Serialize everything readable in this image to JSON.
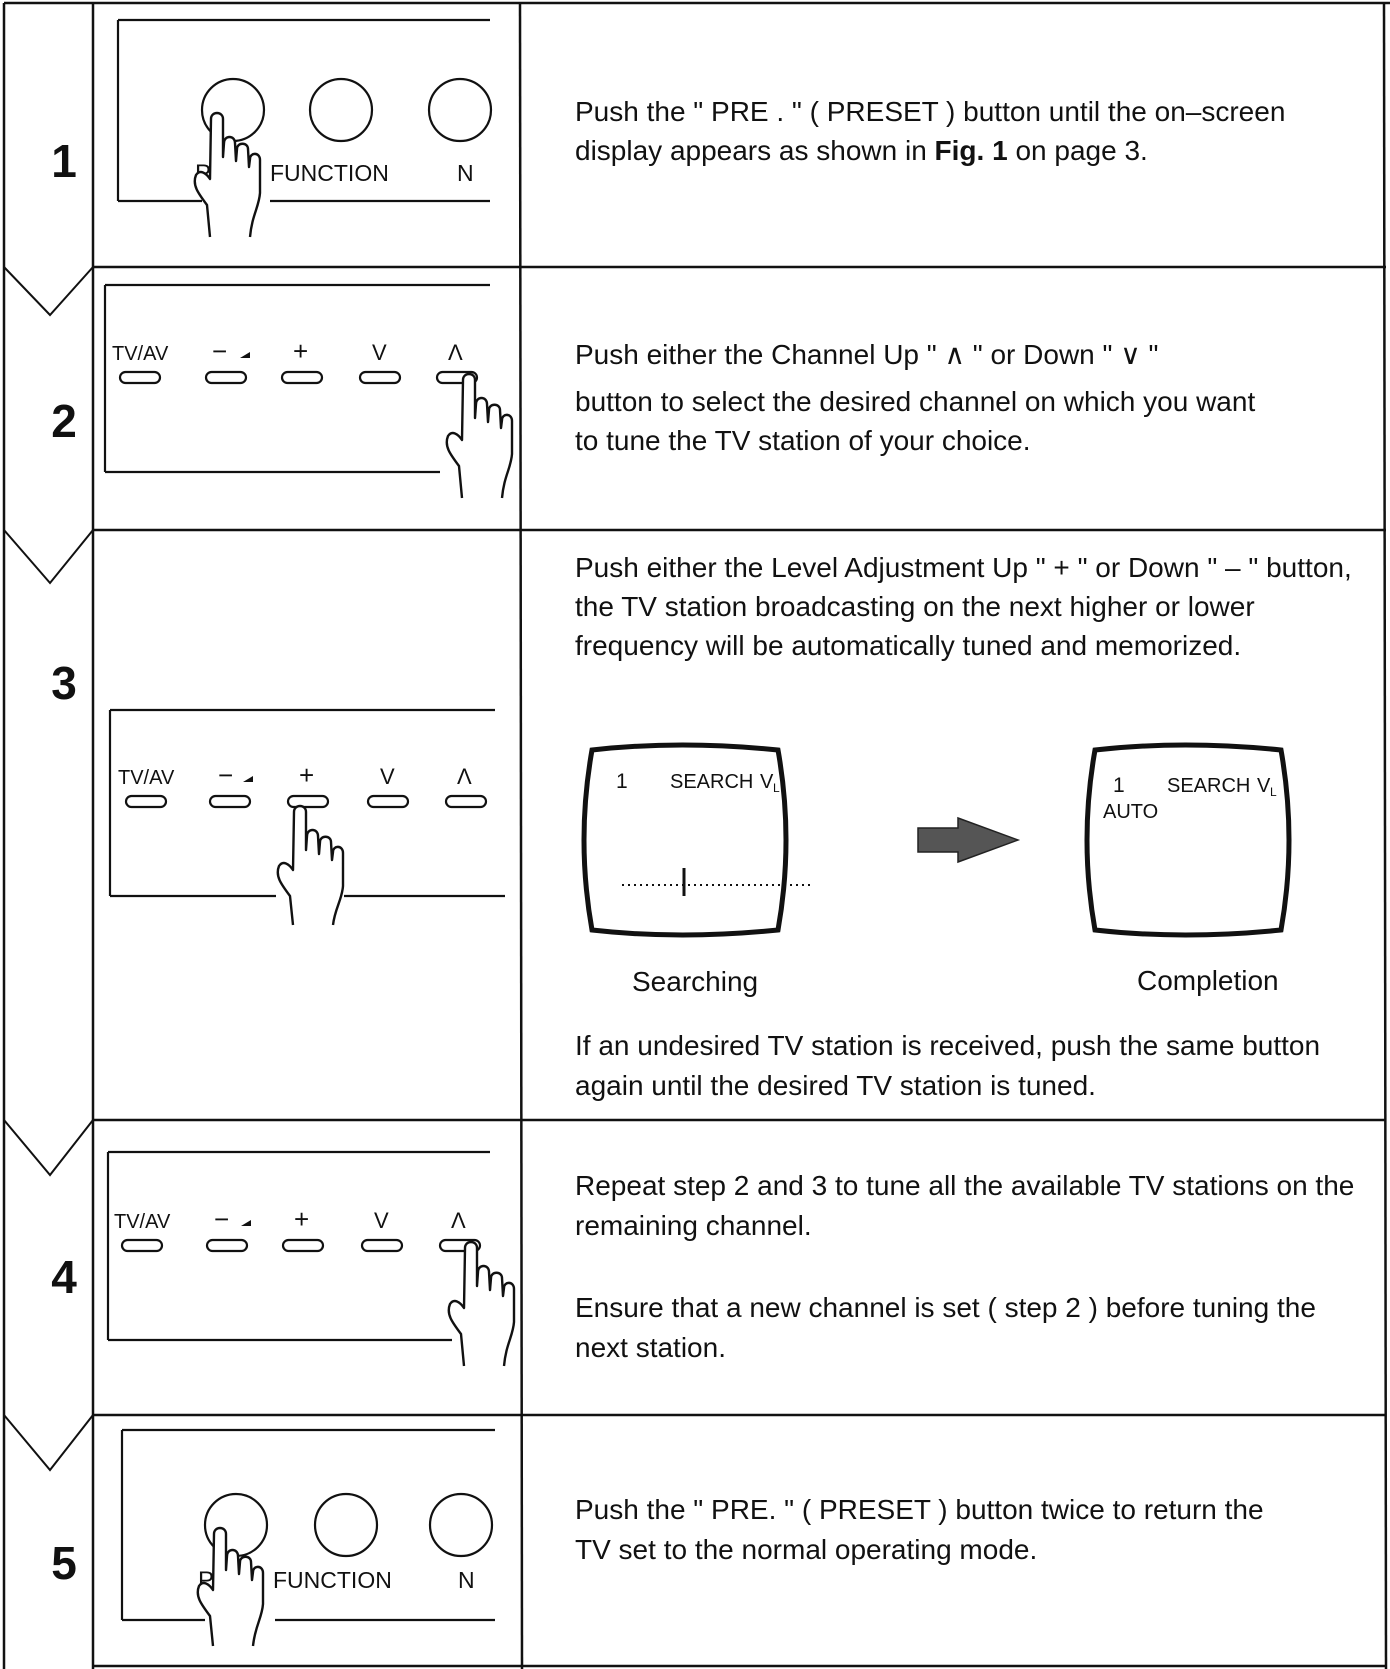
{
  "steps": [
    {
      "number": "1",
      "panel": {
        "left_label": "P",
        "center_label": "FUNCTION",
        "right_label": "N"
      },
      "text_before": "Push the \" PRE . \" ( PRESET ) button until the on–screen display appears as shown in ",
      "text_bold": "Fig. 1",
      "text_after": " on page 3."
    },
    {
      "number": "2",
      "panel": {
        "tvav_label": "TV/AV",
        "minus_label": "−",
        "plus_label": "+",
        "down_label": "V",
        "up_label": "Λ"
      },
      "text_line1": "Push either the Channel Up  \" ∧ \" or Down  \" ∨ \"",
      "text_line2": "button to select the desired channel on which you want",
      "text_line3": "to tune the TV station of  your choice."
    },
    {
      "number": "3",
      "panel": {
        "tvav_label": "TV/AV",
        "minus_label": "−",
        "plus_label": "+",
        "down_label": "V",
        "up_label": "Λ"
      },
      "text": "Push either the Level Adjustment Up \" + \" or Down \" – \" button, the TV station broadcasting on the next higher or lower frequency will be automatically tuned and memo­rized.",
      "screens": {
        "searching": {
          "channel": "1",
          "label": "SEARCH",
          "mode": "V",
          "mode_sub": "L",
          "caption": "Searching"
        },
        "completion": {
          "channel": "1",
          "label": "SEARCH",
          "mode": "V",
          "mode_sub": "L",
          "extra": "AUTO",
          "caption": "Completion"
        }
      },
      "note": "If an undesired TV station is received, push the same button again until the desired TV station is tuned."
    },
    {
      "number": "4",
      "panel": {
        "tvav_label": "TV/AV",
        "minus_label": "−",
        "plus_label": "+",
        "down_label": "V",
        "up_label": "Λ"
      },
      "text": "Repeat step 2 and 3 to tune all the available TV stations on the remaining channel.",
      "note": "Ensure that a new channel is set ( step 2 ) before tuning the next station."
    },
    {
      "number": "5",
      "panel": {
        "left_label": "P",
        "center_label": "FUNCTION",
        "right_label": "N"
      },
      "text": "Push the \" PRE. \" ( PRESET ) button twice to return the TV set to the normal operating mode."
    }
  ]
}
